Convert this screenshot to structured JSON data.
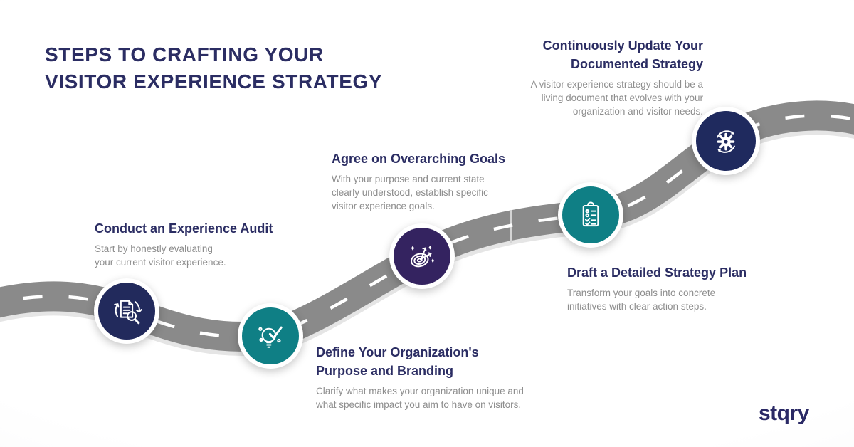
{
  "title": "STEPS TO CRAFTING YOUR\nVISITOR EXPERIENCE STRATEGY",
  "road": {
    "color": "#8a8a8a",
    "dash_color": "#ffffff",
    "seam_color": "#d4d4d4"
  },
  "steps": [
    {
      "heading": "Conduct an Experience Audit",
      "body": "Start by honestly evaluating\nyour current visitor experience.",
      "icon": "document-audit-icon",
      "circle_color": "#222a5c"
    },
    {
      "heading": "Define Your Organization's\nPurpose and Branding",
      "body": "Clarify what makes your organization unique and\nwhat specific impact you aim to have on visitors.",
      "icon": "lightbulb-check-icon",
      "circle_color": "#0f7f85"
    },
    {
      "heading": "Agree on Overarching Goals",
      "body": "With your purpose and current state\nclearly understood, establish specific\nvisitor experience goals.",
      "icon": "target-darts-icon",
      "circle_color": "#342360"
    },
    {
      "heading": "Draft a Detailed Strategy Plan",
      "body": "Transform your goals into concrete\ninitiatives with clear action steps.",
      "icon": "clipboard-checklist-icon",
      "circle_color": "#0f7f85"
    },
    {
      "heading": "Continuously Update Your\nDocumented Strategy",
      "body": "A visitor experience strategy should be a\nliving document that evolves with your\norganization and visitor needs.",
      "icon": "gear-refresh-icon",
      "circle_color": "#1f2a5e"
    }
  ],
  "logo": "stqry",
  "colors": {
    "heading_navy": "#2b2d63",
    "body_gray": "#8d8d8d",
    "teal": "#0f7f85",
    "navy": "#222a5c",
    "purple": "#342360"
  }
}
